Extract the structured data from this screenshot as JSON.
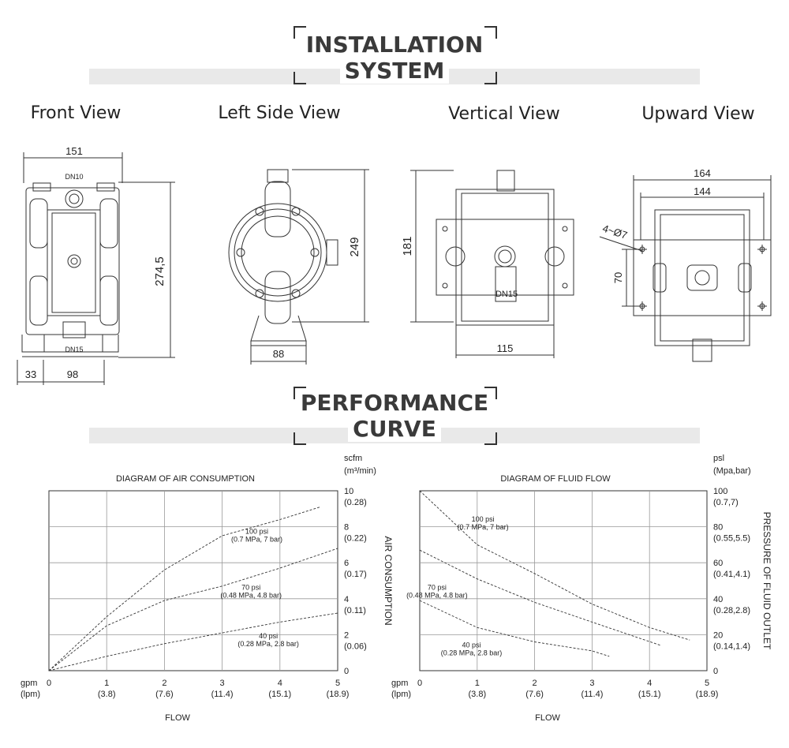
{
  "sections": {
    "installation": {
      "line1": "INSTALLATION",
      "line2": "SYSTEM"
    },
    "performance": {
      "line1": "PERFORMANCE",
      "line2": "CURVE"
    }
  },
  "views": {
    "front": "Front View",
    "left": "Left Side View",
    "vertical": "Vertical View",
    "upward": "Upward View"
  },
  "dimensions": {
    "front_width": "151",
    "front_height": "274,5",
    "front_inlet": "DN10",
    "front_outlet": "DN15",
    "front_offset": "33",
    "front_base": "98",
    "side_height": "249",
    "side_base": "88",
    "vertical_height": "181",
    "vertical_port": "DN15",
    "vertical_base": "115",
    "up_outer": "164",
    "up_inner": "144",
    "up_holes": "4~Ø7",
    "up_height": "70"
  },
  "chart_data": [
    {
      "type": "line",
      "title": "DIAGRAM OF AIR CONSUMPTION",
      "xlabel": "FLOW",
      "ylabel": "AIR CONSUMPTION",
      "x_unit_primary": "gpm",
      "x_unit_secondary": "(lpm)",
      "y_unit_primary": "scfm",
      "y_unit_secondary": "(m³/min)",
      "xlim": [
        0,
        5
      ],
      "ylim": [
        0,
        10
      ],
      "x_ticks": [
        {
          "v": 0,
          "label": "0",
          "sub": ""
        },
        {
          "v": 1,
          "label": "1",
          "sub": "(3.8)"
        },
        {
          "v": 2,
          "label": "2",
          "sub": "(7.6)"
        },
        {
          "v": 3,
          "label": "3",
          "sub": "(11.4)"
        },
        {
          "v": 4,
          "label": "4",
          "sub": "(15.1)"
        },
        {
          "v": 5,
          "label": "5",
          "sub": "(18.9)"
        }
      ],
      "y_ticks": [
        {
          "v": 0,
          "label": "0",
          "sub": ""
        },
        {
          "v": 2,
          "label": "2",
          "sub": "(0.06)"
        },
        {
          "v": 4,
          "label": "4",
          "sub": "(0.11)"
        },
        {
          "v": 6,
          "label": "6",
          "sub": "(0.17)"
        },
        {
          "v": 8,
          "label": "8",
          "sub": "(0.22)"
        },
        {
          "v": 10,
          "label": "10",
          "sub": "(0.28)"
        }
      ],
      "grid": true,
      "series": [
        {
          "name": "100 psi",
          "sub": "(0.7 MPa, 7 bar)",
          "x": [
            0,
            1,
            2,
            3,
            4,
            4.7
          ],
          "y": [
            0,
            3.0,
            5.6,
            7.5,
            8.4,
            9.1
          ],
          "label_at": [
            3.6,
            7.6
          ]
        },
        {
          "name": "70 psi",
          "sub": "(0.48 MPa, 4.8 bar)",
          "x": [
            0,
            1,
            2,
            3,
            4,
            5
          ],
          "y": [
            0,
            2.5,
            3.9,
            4.7,
            5.7,
            6.8
          ],
          "label_at": [
            3.5,
            4.5
          ]
        },
        {
          "name": "40 psi",
          "sub": "(0.28 MPa, 2.8 bar)",
          "x": [
            0,
            1,
            2,
            3,
            4,
            5
          ],
          "y": [
            0,
            0.8,
            1.5,
            2.1,
            2.7,
            3.2
          ],
          "label_at": [
            3.8,
            1.8
          ]
        }
      ]
    },
    {
      "type": "line",
      "title": "DIAGRAM OF FLUID FLOW",
      "xlabel": "FLOW",
      "ylabel": "PRESSURE OF FLUID OUTLET",
      "x_unit_primary": "gpm",
      "x_unit_secondary": "(lpm)",
      "y_unit_primary": "psl",
      "y_unit_secondary": "(Mpa,bar)",
      "xlim": [
        0,
        5
      ],
      "ylim": [
        0,
        100
      ],
      "x_ticks": [
        {
          "v": 0,
          "label": "0",
          "sub": ""
        },
        {
          "v": 1,
          "label": "1",
          "sub": "(3.8)"
        },
        {
          "v": 2,
          "label": "2",
          "sub": "(7.6)"
        },
        {
          "v": 3,
          "label": "3",
          "sub": "(11.4)"
        },
        {
          "v": 4,
          "label": "4",
          "sub": "(15.1)"
        },
        {
          "v": 5,
          "label": "5",
          "sub": "(18.9)"
        }
      ],
      "y_ticks": [
        {
          "v": 0,
          "label": "0",
          "sub": ""
        },
        {
          "v": 20,
          "label": "20",
          "sub": "(0.14,1.4)"
        },
        {
          "v": 40,
          "label": "40",
          "sub": "(0.28,2.8)"
        },
        {
          "v": 60,
          "label": "60",
          "sub": "(0.41,4.1)"
        },
        {
          "v": 80,
          "label": "80",
          "sub": "(0.55,5.5)"
        },
        {
          "v": 100,
          "label": "100",
          "sub": "(0.7,7)"
        }
      ],
      "grid": true,
      "series": [
        {
          "name": "100 psi",
          "sub": "(0.7 MPa, 7 bar)",
          "x": [
            0,
            1,
            2,
            3,
            4,
            4.7
          ],
          "y": [
            100,
            70,
            54,
            37,
            24,
            17
          ],
          "label_at": [
            1.1,
            83
          ]
        },
        {
          "name": "70 psi",
          "sub": "(0.48 MPa, 4.8 bar)",
          "x": [
            0,
            1,
            2,
            3,
            4.2
          ],
          "y": [
            67,
            51,
            38,
            27,
            14
          ],
          "label_at": [
            0.3,
            45
          ]
        },
        {
          "name": "40 psi",
          "sub": "(0.28 MPa, 2.8 bar)",
          "x": [
            0,
            1,
            2,
            3,
            3.3
          ],
          "y": [
            39,
            24,
            16,
            11,
            8
          ],
          "label_at": [
            0.9,
            13
          ]
        }
      ]
    }
  ]
}
